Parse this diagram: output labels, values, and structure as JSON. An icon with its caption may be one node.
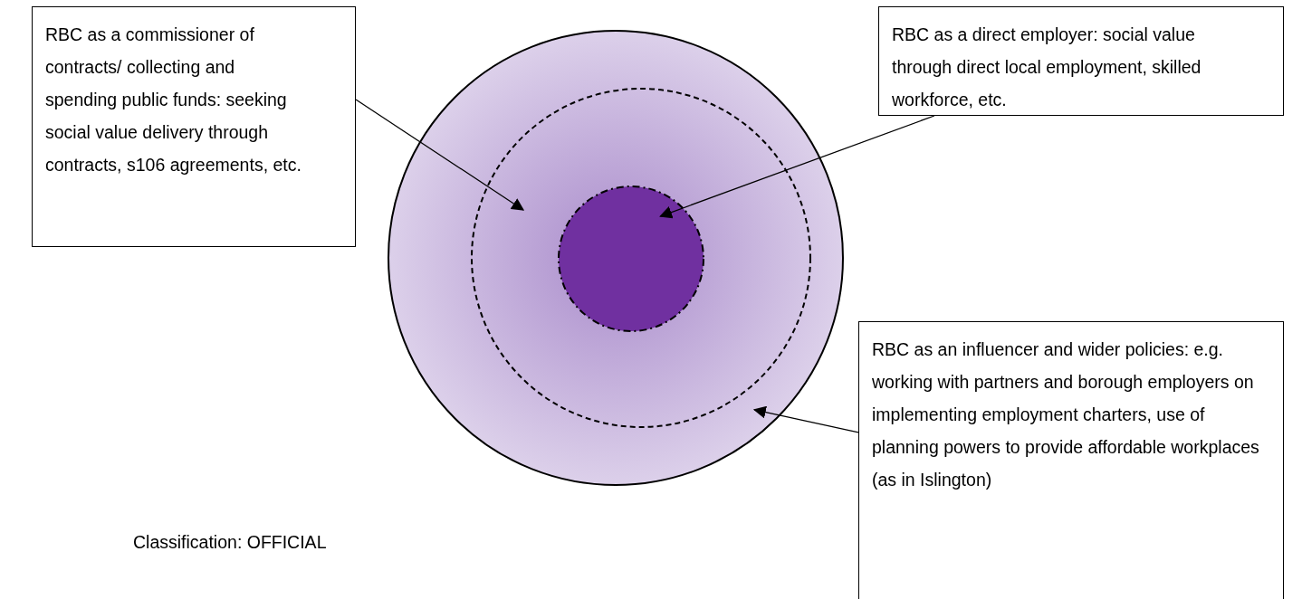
{
  "diagram": {
    "nodes": [
      {
        "text": [
          "RBC as a commissioner of contracts/ collecting and spending public funds: seeking social value delivery through contracts, s106 agreements, etc."
        ]
      },
      {
        "text": [
          "RBC as a direct employer: social value through direct local employment, skilled workforce, etc."
        ]
      },
      {
        "text": [
          "RBC as an influencer and wider policies: e.g. working with partners and borough employers on implementing employment charters, use of planning powers to provide affordable workplaces (as in Islington)"
        ]
      },
      {
        "text": [],
        "shape": "circle"
      },
      {
        "text": [],
        "shape": "circle",
        "in": 3
      },
      {
        "text": [],
        "shape": "circle",
        "in": 4
      }
    ],
    "edges": [
      {
        "from": 0,
        "to": 4,
        "arrow": "to"
      },
      {
        "from": 1,
        "to": 5,
        "arrow": "to"
      },
      {
        "from": 2,
        "to": 3,
        "arrow": "to"
      }
    ],
    "labels": [
      "Classification: OFFICIAL"
    ]
  }
}
